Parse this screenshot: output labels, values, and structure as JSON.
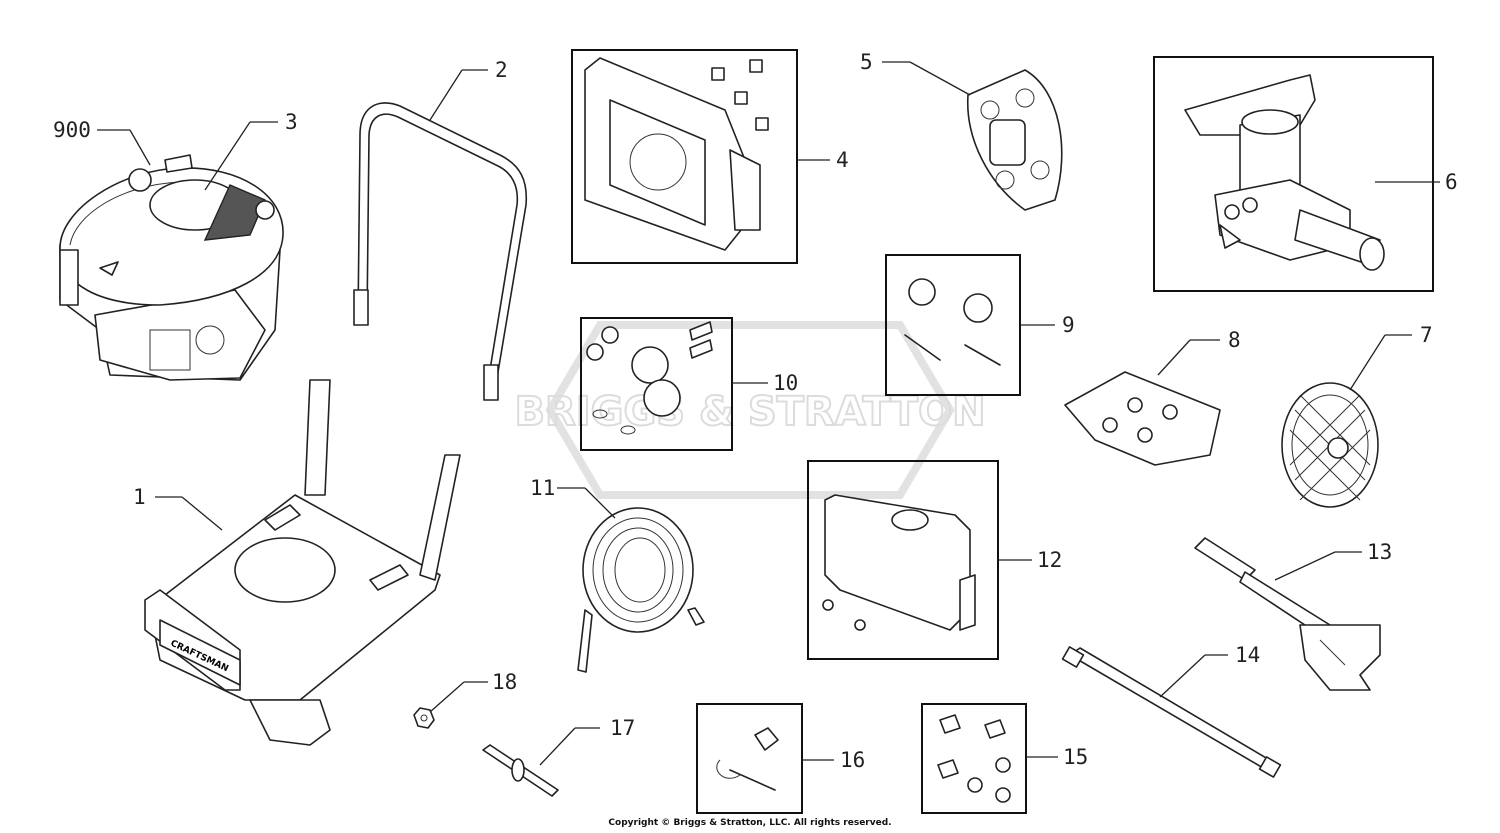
{
  "watermark": {
    "brand": "BRIGGS & STRATTON"
  },
  "frame_brand": "CRAFTSMAN",
  "callouts": {
    "c900": "900",
    "c1": "1",
    "c2": "2",
    "c3": "3",
    "c4": "4",
    "c5": "5",
    "c6": "6",
    "c7": "7",
    "c8": "8",
    "c9": "9",
    "c10": "10",
    "c11": "11",
    "c12": "12",
    "c13": "13",
    "c14": "14",
    "c15": "15",
    "c16": "16",
    "c17": "17",
    "c18": "18"
  },
  "copyright": "Copyright © Briggs & Stratton, LLC. All rights reserved."
}
